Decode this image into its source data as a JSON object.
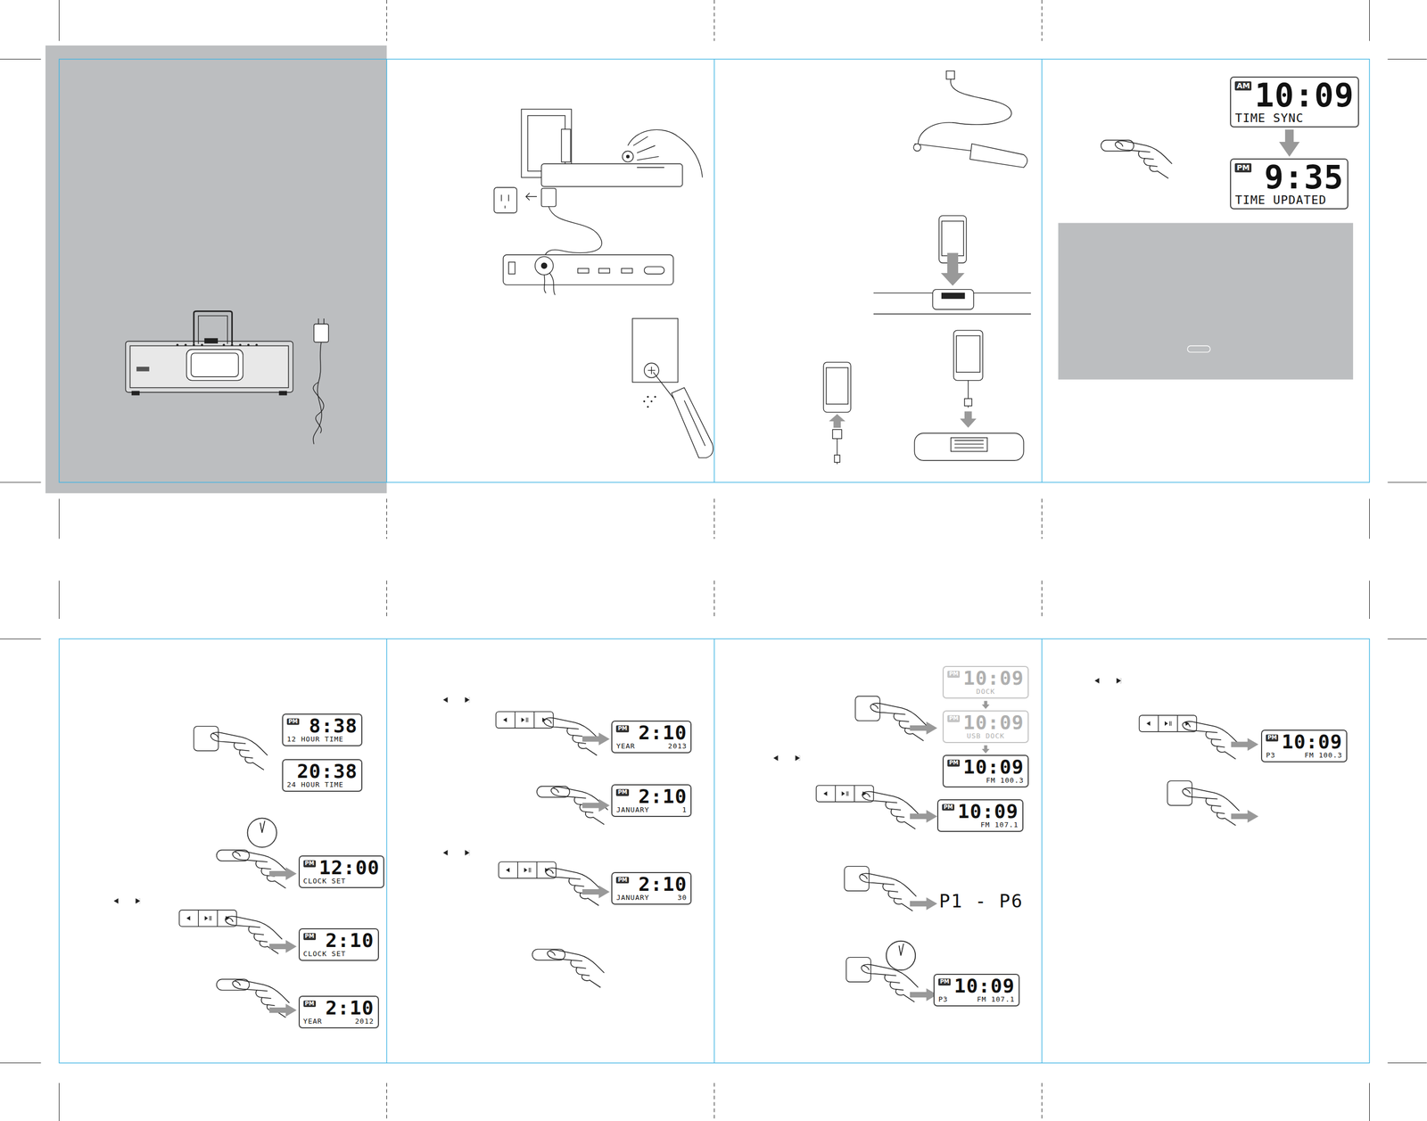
{
  "diagram": {
    "nodes": [
      {
        "text": [
          "AM",
          "10:09",
          "TIME SYNC"
        ]
      },
      {
        "text": [
          "PM",
          "9:35",
          "TIME UPDATED"
        ]
      },
      {
        "text": [
          "PM",
          "8:38",
          "12 HOUR TIME"
        ]
      },
      {
        "text": [
          "20:38",
          "24 HOUR TIME"
        ]
      },
      {
        "text": [
          "PM",
          "12:00",
          "CLOCK SET"
        ]
      },
      {
        "text": [
          "PM",
          "2:10",
          "CLOCK SET"
        ]
      },
      {
        "text": [
          "PM",
          "2:10",
          "YEAR",
          "2012"
        ]
      },
      {
        "text": [
          "PM",
          "2:10",
          "YEAR",
          "2013"
        ]
      },
      {
        "text": [
          "PM",
          "2:10",
          "JANUARY",
          "1"
        ]
      },
      {
        "text": [
          "PM",
          "2:10",
          "JANUARY",
          "30"
        ]
      },
      {
        "text": [
          "PM",
          "10:09",
          "DOCK"
        ]
      },
      {
        "text": [
          "PM",
          "10:09",
          "USB DOCK"
        ]
      },
      {
        "text": [
          "PM",
          "10:09",
          "FM 100.3"
        ]
      },
      {
        "text": [
          "PM",
          "10:09",
          "FM 107.1"
        ]
      },
      {
        "text": [
          "PM",
          "10:09",
          "P3",
          "FM 107.1"
        ]
      },
      {
        "text": [
          "PM",
          "10:09",
          "P3",
          "FM 100.3"
        ]
      }
    ],
    "edges": [
      {
        "from": 0,
        "to": 1,
        "arrow": "to"
      },
      {
        "from": 10,
        "to": 11,
        "arrow": "to"
      },
      {
        "from": 11,
        "to": 12,
        "arrow": "to"
      }
    ],
    "labels": [
      "P1 - P6"
    ]
  }
}
